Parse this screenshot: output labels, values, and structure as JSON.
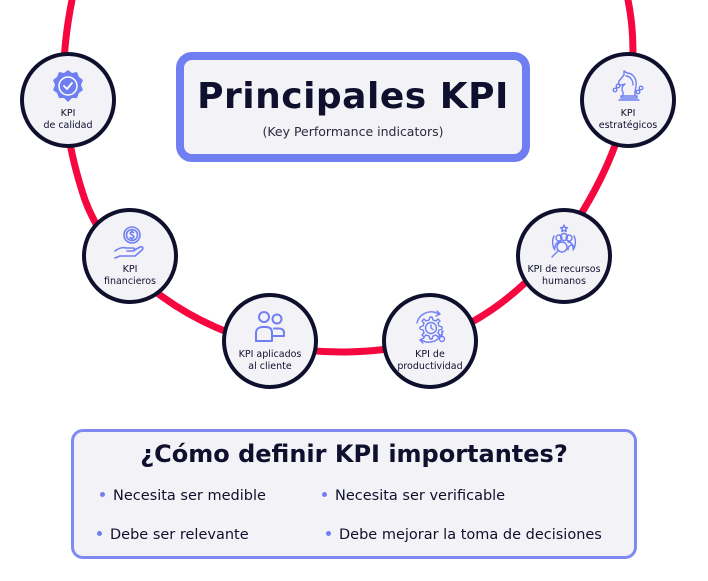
{
  "title_card": {
    "title": "Principales KPI",
    "subtitle": "(Key Performance indicators)"
  },
  "nodes": [
    {
      "id": "calidad",
      "icon": "quality-badge-check-icon",
      "label_line1": "KPI",
      "label_line2": "de calidad"
    },
    {
      "id": "financieros",
      "icon": "money-hand-icon",
      "label_line1": "KPI",
      "label_line2": "financieros"
    },
    {
      "id": "cliente",
      "icon": "users-icon",
      "label_line1": "KPI aplicados",
      "label_line2": "al cliente"
    },
    {
      "id": "productividad",
      "icon": "gear-clock-icon",
      "label_line1": "KPI de",
      "label_line2": "productividad"
    },
    {
      "id": "recursos-humanos",
      "icon": "people-search-icon",
      "label_line1": "KPI de recursos",
      "label_line2": "humanos"
    },
    {
      "id": "estrategicos",
      "icon": "chess-knight-icon",
      "label_line1": "KPI",
      "label_line2": "estratégicos"
    }
  ],
  "bottom_card": {
    "heading": "¿Cómo definir KPI importantes?",
    "bullets": [
      "Necesita ser medible",
      "Necesita ser verificable",
      "Debe ser relevante",
      "Debe mejorar la toma de decisiones"
    ]
  },
  "colors": {
    "arc": "#f5083f",
    "node_border": "#0f0f2e",
    "accent": "#6f7ff2",
    "card_bg": "#f3f3f7"
  }
}
